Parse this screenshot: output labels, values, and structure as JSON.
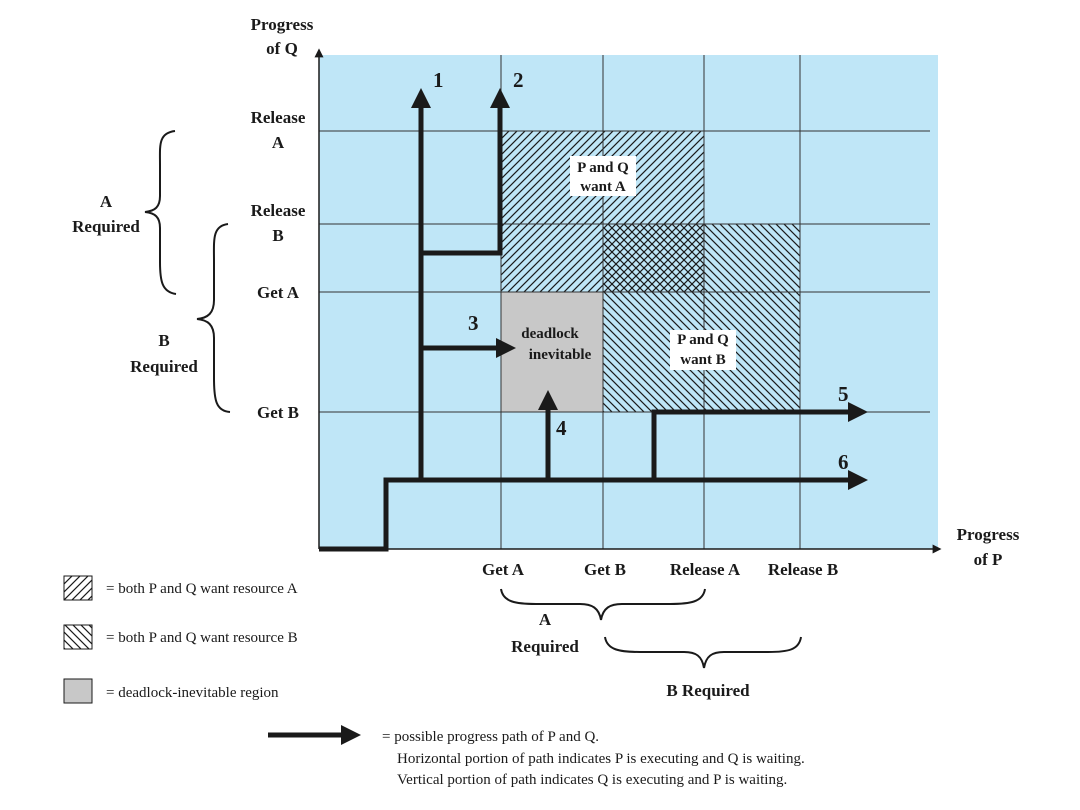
{
  "axes": {
    "y_title_line1": "Progress",
    "y_title_line2": "of Q",
    "x_title_line1": "Progress",
    "x_title_line2": "of P"
  },
  "q_ticks": {
    "release_a_line1": "Release",
    "release_a_line2": "A",
    "release_b_line1": "Release",
    "release_b_line2": "B",
    "get_a": "Get A",
    "get_b": "Get B"
  },
  "p_ticks": {
    "get_a": "Get A",
    "get_b": "Get B",
    "release_a": "Release A",
    "release_b": "Release B"
  },
  "braces": {
    "q_a_line1": "A",
    "q_a_line2": "Required",
    "q_b_line1": "B",
    "q_b_line2": "Required",
    "p_a_line1": "A",
    "p_a_line2": "Required",
    "p_b": "B Required"
  },
  "regions": {
    "want_a_line1": "P and Q",
    "want_a_line2": "want A",
    "want_b_line1": "P and Q",
    "want_b_line2": "want B",
    "deadlock_line1": "deadlock",
    "deadlock_line2": "inevitable"
  },
  "paths": {
    "p1": "1",
    "p2": "2",
    "p3": "3",
    "p4": "4",
    "p5": "5",
    "p6": "6"
  },
  "legend": {
    "want_a": "= both P and Q want resource A",
    "want_b": "= both P and Q want resource B",
    "deadlock": "= deadlock-inevitable region",
    "path_line1": "= possible progress path of P and Q.",
    "path_line2": "Horizontal portion of path indicates P is executing and Q is waiting.",
    "path_line3": "Vertical portion of path indicates Q is executing and P is waiting."
  },
  "colors": {
    "plot_background": "#bfe6f7",
    "deadlock_fill": "#c8c8c8",
    "line": "#1a1a1a"
  }
}
